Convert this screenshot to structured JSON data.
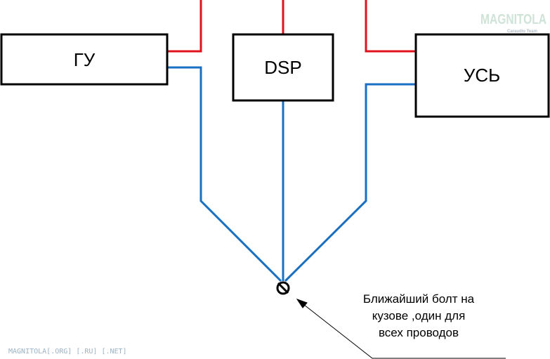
{
  "boxes": {
    "head_unit": "ГУ",
    "dsp": "DSP",
    "amplifier": "УСЬ"
  },
  "note": {
    "line1": "Ближайший болт на",
    "line2": "кузове ,один для",
    "line3": "всех проводов"
  },
  "watermark": {
    "logo": "MAGNITOLA",
    "logo_sub": "Caraudio Team",
    "footer": "MAGNITOLA[.ORG] [.RU] [.NET]"
  },
  "colors": {
    "power": "#e0121b",
    "ground": "#1a6fc0"
  }
}
